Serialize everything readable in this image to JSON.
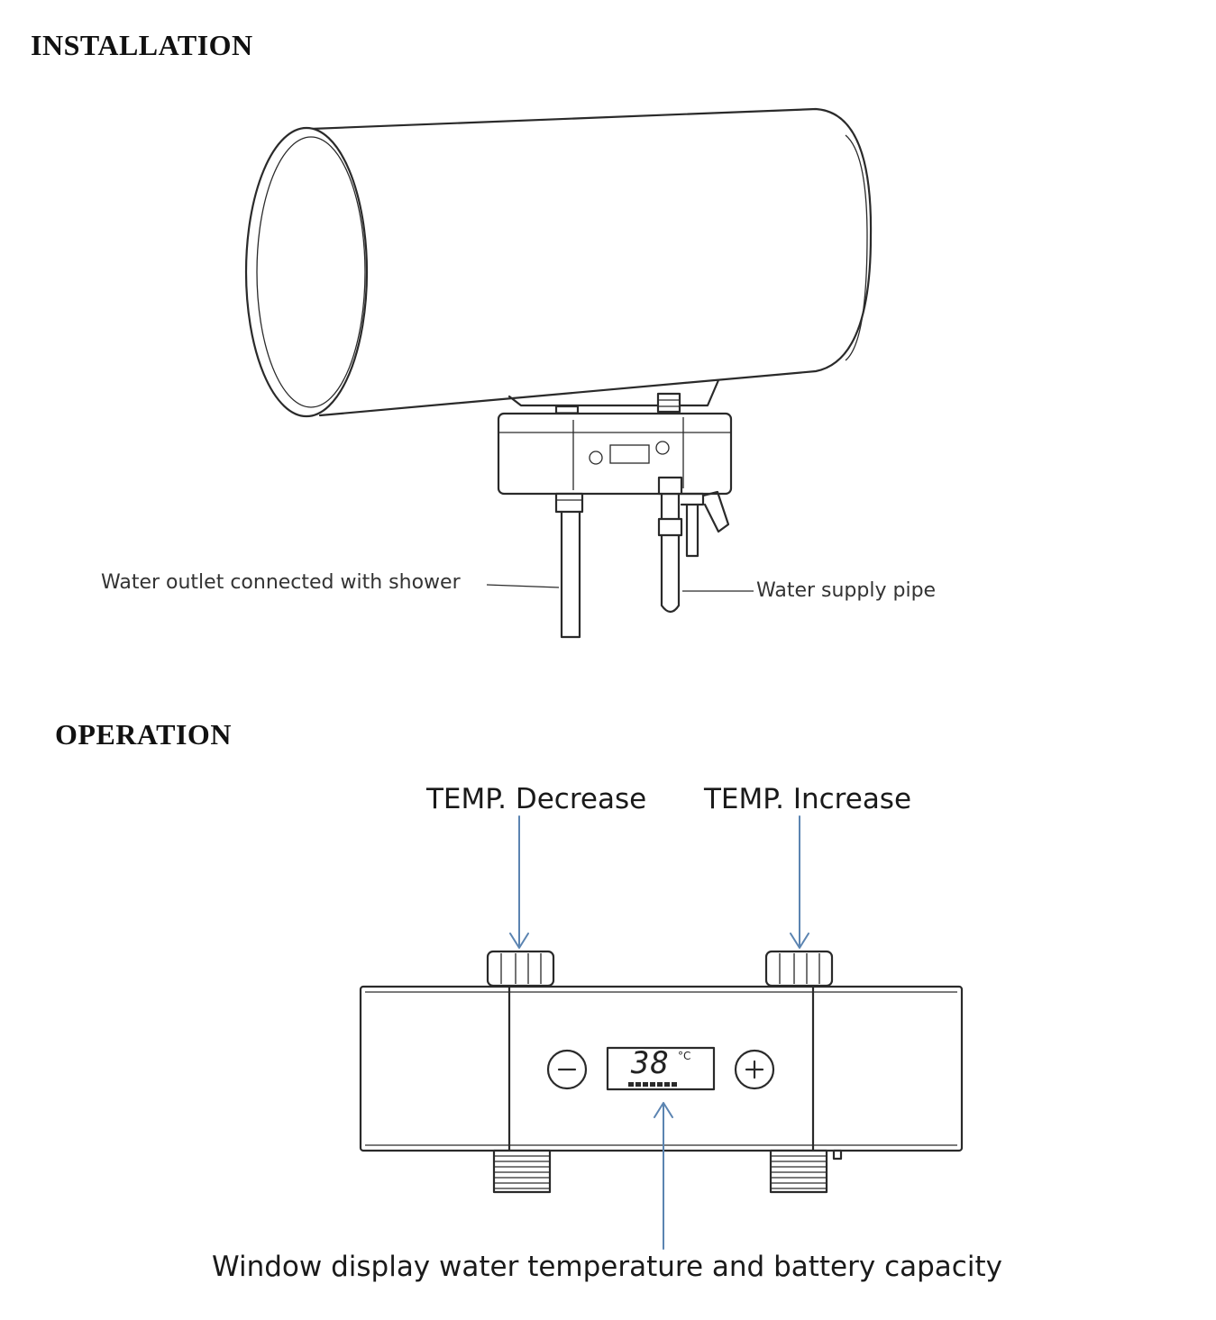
{
  "sections": {
    "installation_title": "INSTALLATION",
    "operation_title": "OPERATION"
  },
  "installation": {
    "outlet_label": "Water outlet connected with shower",
    "supply_label": "Water supply pipe"
  },
  "operation": {
    "decrease_label": "TEMP. Decrease",
    "increase_label": "TEMP. Increase",
    "display_label": "Window display water temperature and battery capacity",
    "display_value": "38",
    "display_unit": "°C",
    "minus_symbol": "−",
    "plus_symbol": "+"
  },
  "colors": {
    "line": "#2a2a2a",
    "arrow": "#5b84b1"
  }
}
